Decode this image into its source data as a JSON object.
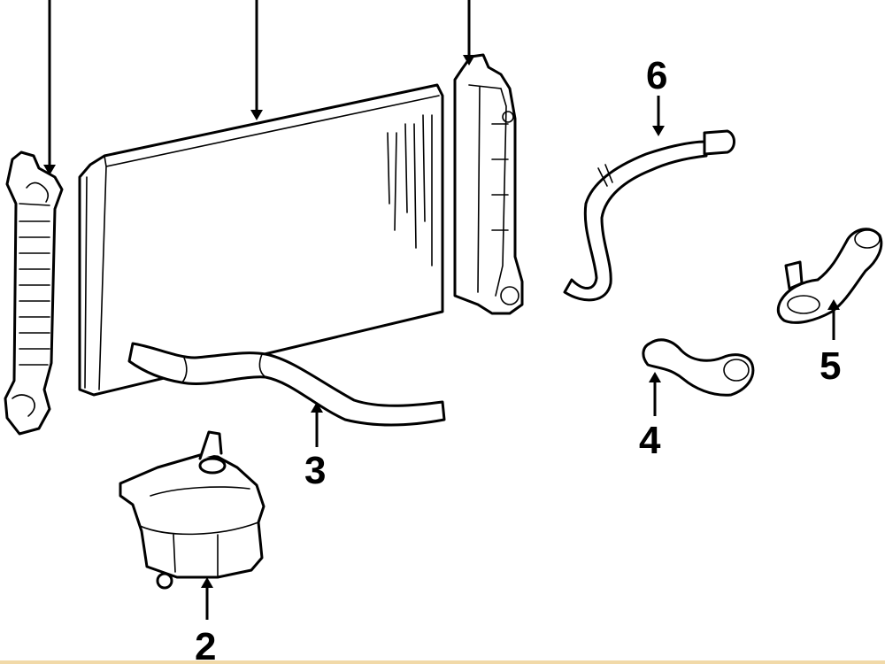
{
  "callouts": [
    {
      "id": "2",
      "label": "2"
    },
    {
      "id": "3",
      "label": "3"
    },
    {
      "id": "4",
      "label": "4"
    },
    {
      "id": "5",
      "label": "5"
    },
    {
      "id": "6",
      "label": "6"
    }
  ],
  "colors": {
    "line": "#000000",
    "background": "#ffffff",
    "bottom_rule": "#f1d9a8"
  }
}
